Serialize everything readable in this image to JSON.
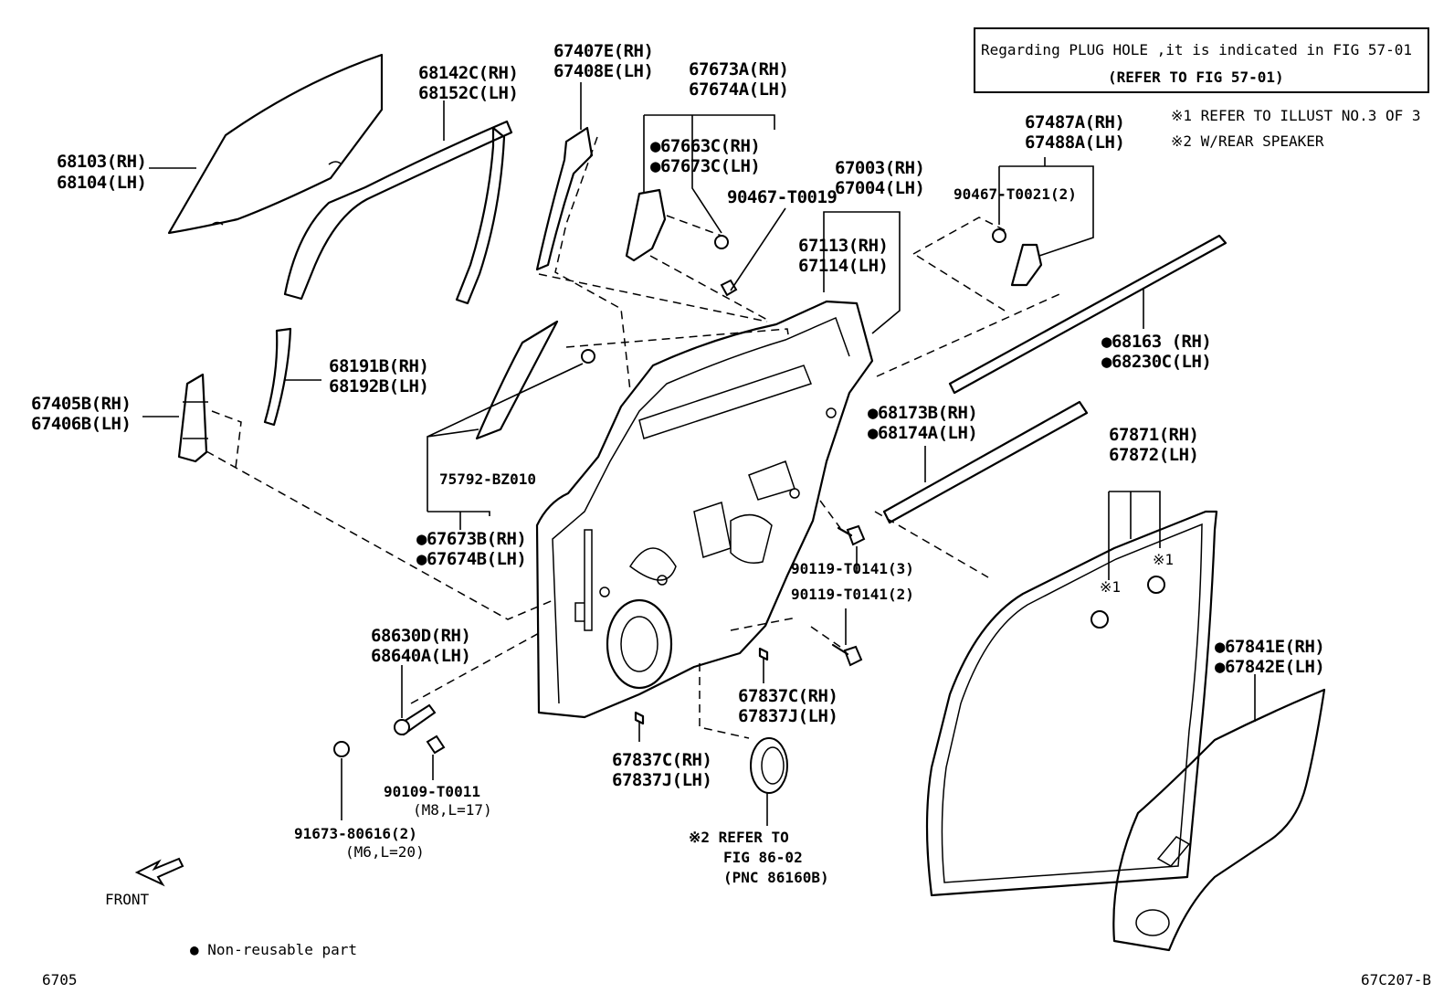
{
  "notice": {
    "line1": "Regarding PLUG HOLE ,it is indicated in FIG 57-01",
    "line2": "(REFER TO FIG 57-01)"
  },
  "notes": {
    "note1": "※1 REFER TO ILLUST NO.3 OF 3",
    "note2": "※2 W/REAR SPEAKER"
  },
  "labels": {
    "p68103": "68103(RH)",
    "p68104": "68104(LH)",
    "p68142c": "68142C(RH)",
    "p68152c": "68152C(LH)",
    "p67407e": "67407E(RH)",
    "p67408e": "67408E(LH)",
    "p67673a": "67673A(RH)",
    "p67674a": "67674A(LH)",
    "p67663c": "●67663C(RH)",
    "p67673c": "●67673C(LH)",
    "p90467_t0019": "90467-T0019",
    "p67003": "67003(RH)",
    "p67004": "67004(LH)",
    "p67113": "67113(RH)",
    "p67114": "67114(LH)",
    "p67487a": "67487A(RH)",
    "p67488a": "67488A(LH)",
    "p90467_t0021": "90467-T0021(2)",
    "p68163": "●68163  (RH)",
    "p68230c": "●68230C(LH)",
    "p68191b": "68191B(RH)",
    "p68192b": "68192B(LH)",
    "p67405b": "67405B(RH)",
    "p67406b": "67406B(LH)",
    "p68173b": "●68173B(RH)",
    "p68174a": "●68174A(LH)",
    "p75792": "75792-BZ010",
    "p67673b": "●67673B(RH)",
    "p67674b": "●67674B(LH)",
    "p67871": "67871(RH)",
    "p67872": "67872(LH)",
    "p90119_3": "90119-T0141(3)",
    "p90119_2": "90119-T0141(2)",
    "p68630d": "68630D(RH)",
    "p68640a": "68640A(LH)",
    "p67841e": "●67841E(RH)",
    "p67842e": "●67842E(LH)",
    "p67837c_a": "67837C(RH)",
    "p67837j_a": "67837J(LH)",
    "p67837c_b": "67837C(RH)",
    "p67837j_b": "67837J(LH)",
    "p90109": "90109-T0011",
    "p90109_spec": "(M8,L=17)",
    "p91673": "91673-80616(2)",
    "p91673_spec": "(M6,L=20)",
    "ref1_a": "※1",
    "ref1_b": "※1",
    "speaker_ref1": "※2 REFER TO",
    "speaker_ref2": "FIG 86-02",
    "speaker_ref3": "(PNC 86160B)"
  },
  "legend": {
    "non_reusable": "● Non-reusable part",
    "front": "FRONT"
  },
  "footer": {
    "left_code": "6705",
    "right_code": "67C207-B"
  }
}
